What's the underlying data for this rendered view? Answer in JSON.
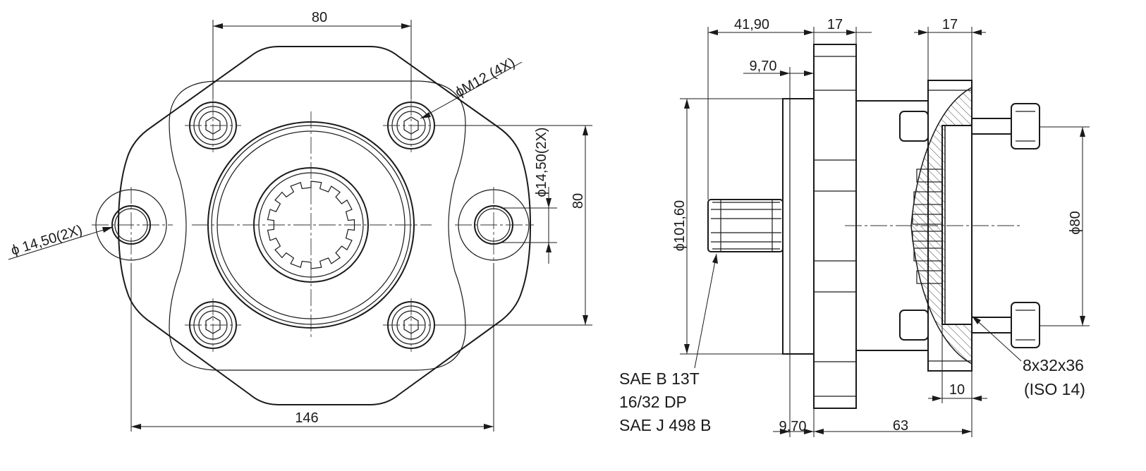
{
  "front_view": {
    "dim_top_width": "80",
    "dim_bottom_width": "146",
    "dim_right_height": "80",
    "callout_thread": "ϕM12 (4X)",
    "callout_hole_left": "ϕ 14,50(2X)",
    "callout_hole_right": "ϕ14,50(2X)"
  },
  "side_view": {
    "dim_overall_top": "41,90",
    "dim_flange_thickness": "17",
    "dim_body_flange_thickness": "17",
    "dim_pilot_depth_top": "9,70",
    "dim_pilot_diameter": "ϕ101,60",
    "dim_bore_diameter": "ϕ80",
    "dim_bottom_offset": "9,70",
    "dim_bottom_length": "63",
    "dim_small_10": "10",
    "shaft_spec": [
      "SAE B 13T",
      "16/32 DP",
      "SAE J 498 B"
    ],
    "spline_spec": [
      "8x32x36",
      "(ISO 14)"
    ]
  }
}
